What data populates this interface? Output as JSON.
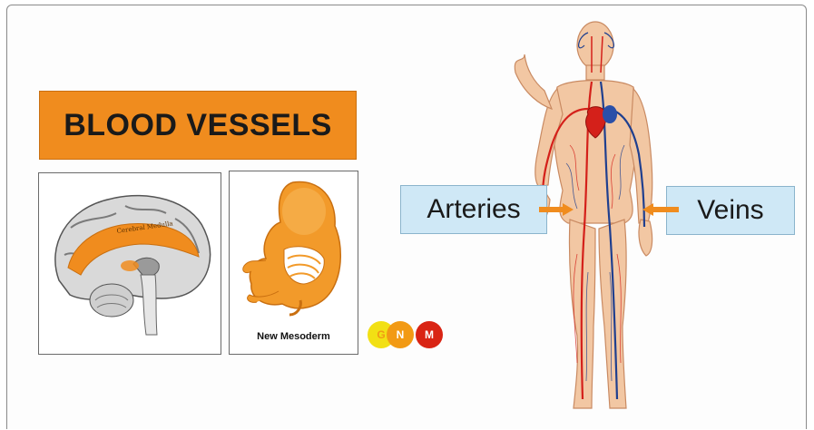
{
  "title": "BLOOD VESSELS",
  "embryo_label": "New Mesoderm",
  "brain_label": "Cerebral Medulla",
  "labels": {
    "arteries": "Arteries",
    "veins": "Veins"
  },
  "logo": {
    "g": "G",
    "n": "N",
    "m": "M"
  },
  "colors": {
    "title_bg": "#f08c1e",
    "label_bg": "#cfe8f6",
    "artery": "#d4201a",
    "vein": "#1f3f8f"
  }
}
